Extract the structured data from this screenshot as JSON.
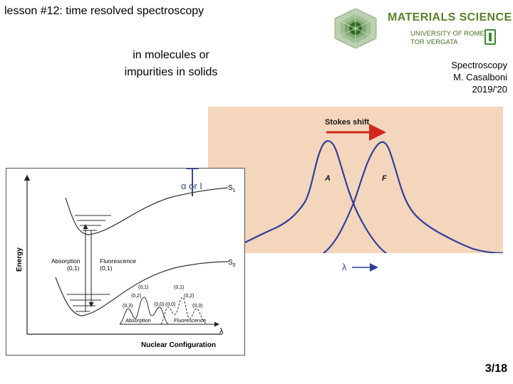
{
  "slide": {
    "title": "lesson #12: time resolved spectroscopy",
    "subtitle_line1": "in molecules or",
    "subtitle_line2": "impurities in solids",
    "page": "3/18"
  },
  "logo": {
    "title": "MATERIALS SCIENCE",
    "university_line1": "UNIVERSITY OF ROME",
    "university_line2": "TOR VERGATA"
  },
  "course": {
    "line1": "Spectroscopy",
    "line2": "M. Casalboni",
    "line3": "2019/'20"
  },
  "spectrum": {
    "arrow_label": "Stokes shift",
    "absorption_label": "A",
    "fluorescence_label": "F",
    "x_axis_label": "λ",
    "background": "#f4d6bd",
    "curve_color": "#2f3f9a",
    "arrow_color": "#d1271c"
  },
  "diagram": {
    "y_axis_label": "Energy",
    "x_axis_label": "Nuclear Configuration",
    "upper_state_label": "S",
    "upper_state_sub": "1",
    "lower_state_label": "S",
    "lower_state_sub": "0",
    "absorption_label": "Absorption",
    "absorption_transition": "(0,1)",
    "fluorescence_label": "Fluorescence",
    "fluorescence_transition": "(0,1)",
    "top_axis_label": "α or I",
    "lambda_label": "λ",
    "mini_absorption_label": "Absorption",
    "mini_fluorescence_label": "Fluorescence",
    "peak_labels_absorption": [
      "(0,3)",
      "(0,2)",
      "(0,1)",
      "(0,0)"
    ],
    "peak_labels_fluorescence": [
      "(0,0)",
      "(0,1)",
      "(0,2)",
      "(0,3)"
    ]
  }
}
